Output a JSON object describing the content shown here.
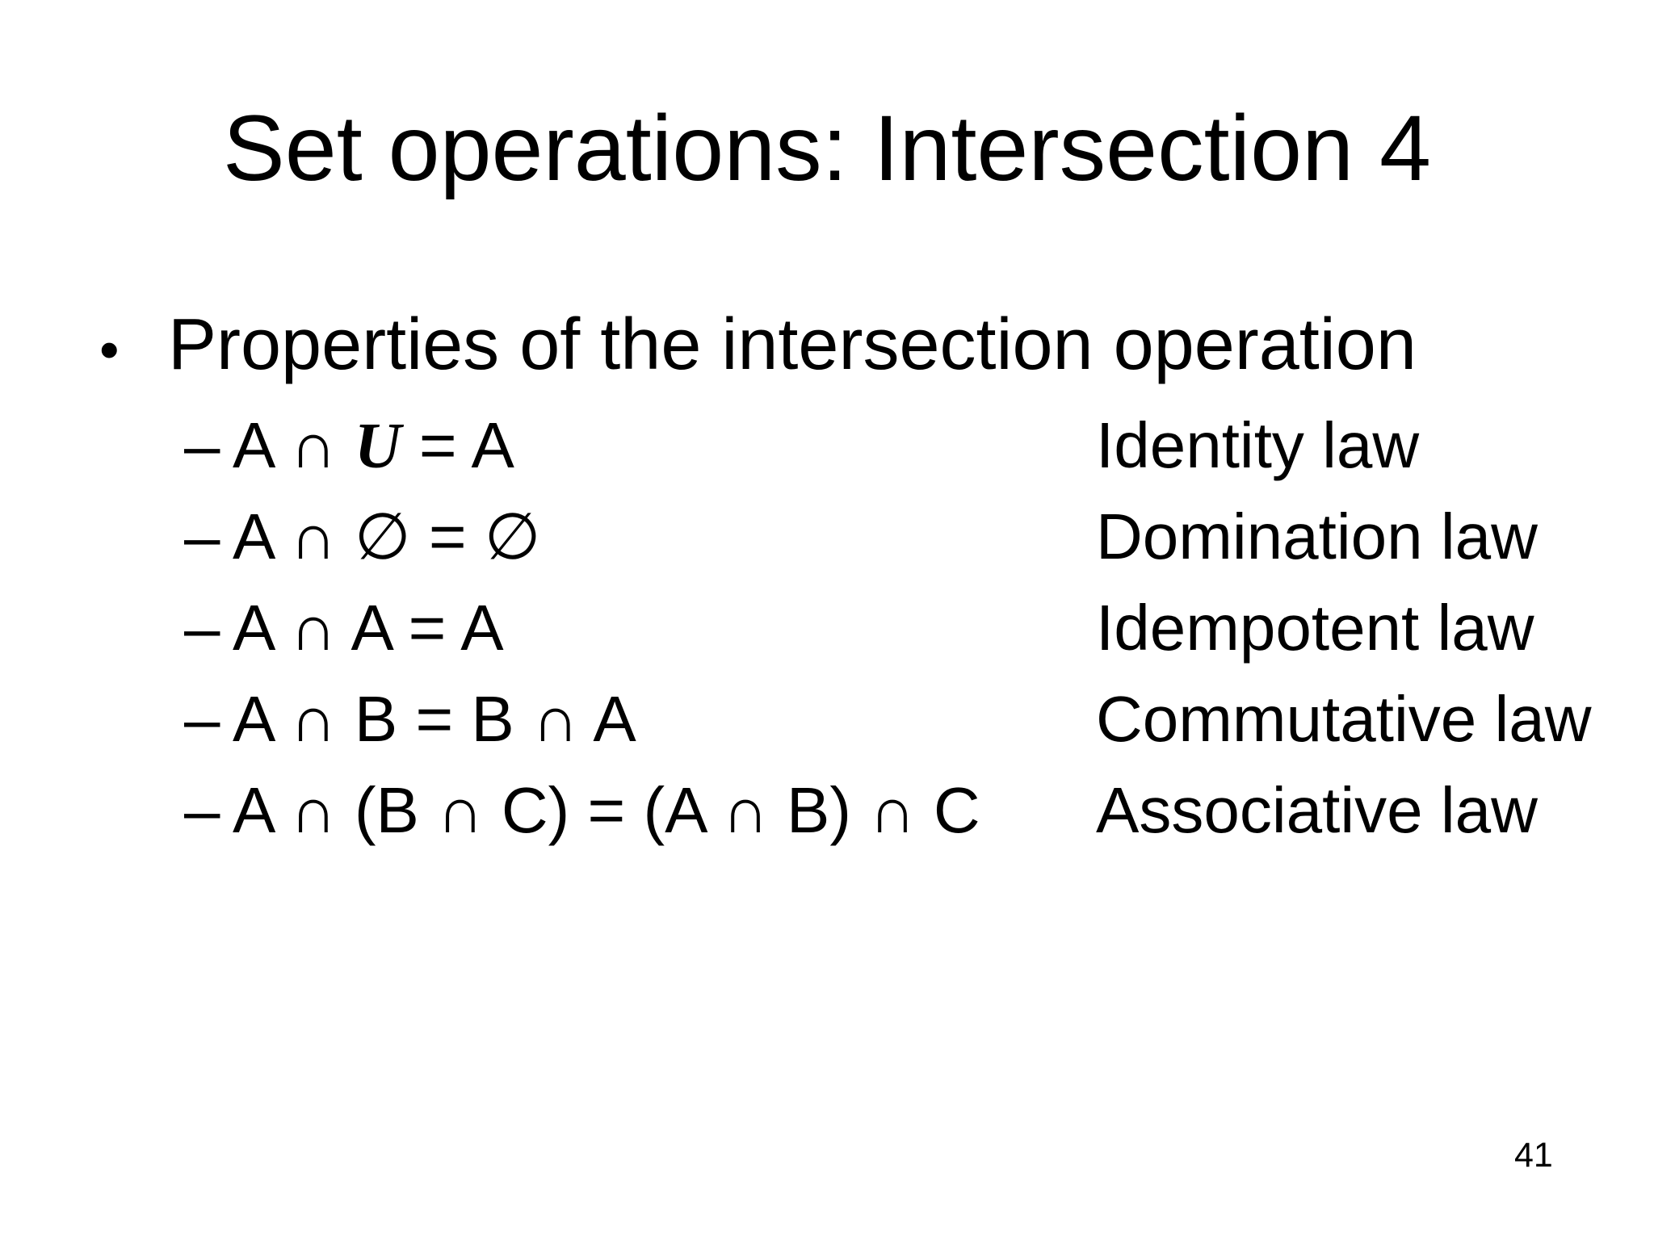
{
  "slide": {
    "title": "Set operations: Intersection 4",
    "bullet": {
      "marker": "•",
      "text": "Properties of the intersection operation"
    },
    "list_marker": "–",
    "properties": [
      {
        "eq_pre": "A ∩ ",
        "eq_universal": "U",
        "eq_post": " = A",
        "law": "Identity law"
      },
      {
        "eq": "A ∩ ∅ = ∅",
        "law": "Domination law"
      },
      {
        "eq": "A ∩ A = A",
        "law": "Idempotent law"
      },
      {
        "eq": "A ∩ B = B ∩ A",
        "law": "Commutative law"
      },
      {
        "eq": "A ∩ (B ∩ C) = (A ∩ B) ∩ C",
        "law": "Associative law"
      }
    ],
    "page_number": "41"
  }
}
